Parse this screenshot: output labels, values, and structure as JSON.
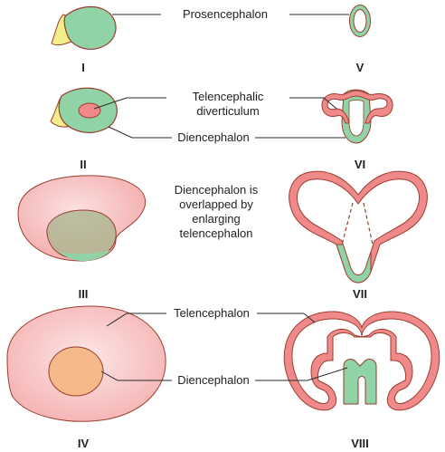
{
  "colors": {
    "green_fill": "#8fd3a6",
    "red_fill": "#f08a8a",
    "red_wall": "#e86a6a",
    "outline": "#9b3d2e",
    "yellow_fill": "#f3ee8a",
    "pink_fill": "#f7c2c2",
    "orange_fill": "#f6b98a"
  },
  "labels": {
    "prosencephalon": "Prosencephalon",
    "telencephalic_1": "Telencephalic",
    "telencephalic_2": "diverticulum",
    "diencephalon_top": "Diencephalon",
    "note_1": "Diencephalon is",
    "note_2": "overlapped by",
    "note_3": "enlarging",
    "note_4": "telencephalon",
    "telencephalon": "Telencephalon",
    "diencephalon_bottom": "Diencephalon"
  },
  "stages": [
    "I",
    "II",
    "III",
    "IV",
    "V",
    "VI",
    "VII",
    "VIII"
  ]
}
